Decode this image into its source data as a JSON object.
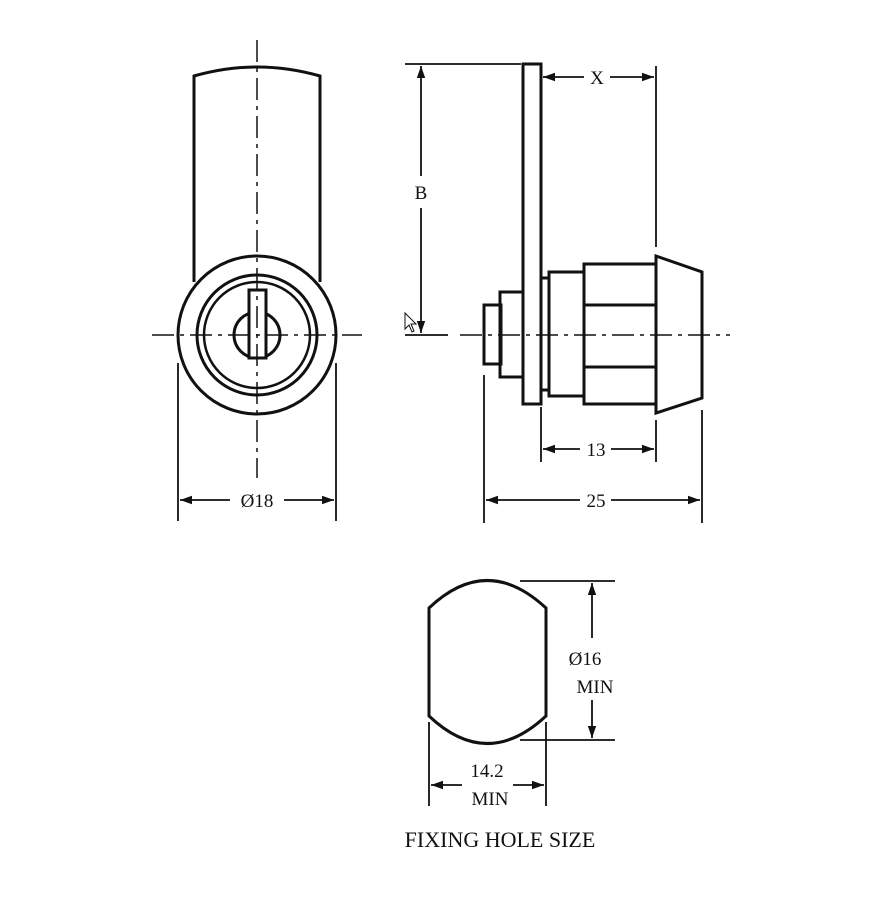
{
  "drawing": {
    "front_view": {
      "diameter_label": "Ø18"
    },
    "side_view": {
      "x_label": "X",
      "b_label": "B",
      "dim_13_label": "13",
      "dim_25_label": "25"
    },
    "fixing_hole": {
      "diameter_label": "Ø16",
      "diameter_min_label": "MIN",
      "width_label": "14.2",
      "width_min_label": "MIN",
      "caption": "FIXING HOLE SIZE"
    },
    "colors": {
      "line": "#111111",
      "background": "#ffffff"
    }
  }
}
